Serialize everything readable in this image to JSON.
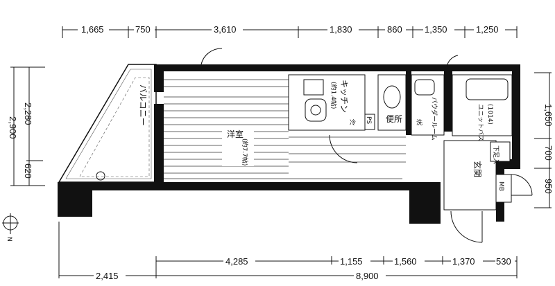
{
  "dimensions": {
    "top": [
      "1,665",
      "750",
      "3,610",
      "1,830",
      "860",
      "1,350",
      "1,250"
    ],
    "bottom_inner": [
      "4,285",
      "1,155",
      "1,560",
      "1,370",
      "530"
    ],
    "bottom_outer": [
      "2,415",
      "8,900"
    ],
    "left": [
      "2,280",
      "2,900",
      "620"
    ],
    "right": [
      "1,650",
      "700",
      "950"
    ]
  },
  "rooms": {
    "western_room": {
      "name": "洋室",
      "size": "(約7.7帖)"
    },
    "kitchen": {
      "name": "キッチン",
      "size": "(約1.4帖)"
    },
    "toilet": "便所",
    "powder_room": "パウダールーム",
    "unit_bath": {
      "name": "ユニットバス",
      "size": "(1014)"
    },
    "entrance": "玄関",
    "meter_box": "MB",
    "pipe_space": "PS",
    "shoe_box": "下足入",
    "balcony": "バルコニー",
    "fridge": "冷",
    "washer": "洗"
  },
  "compass": "N"
}
